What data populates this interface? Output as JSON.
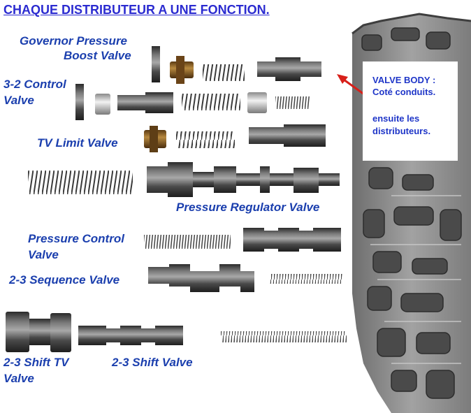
{
  "title": "CHAQUE DISTRIBUTEUR A UNE FONCTION.",
  "labels": {
    "governor_line1": "Governor Pressure",
    "governor_line2": "Boost Valve",
    "control32_line1": "3-2 Control",
    "control32_line2": "Valve",
    "tv_limit": "TV Limit Valve",
    "pressure_regulator": "Pressure Regulator Valve",
    "pressure_control_line1": "Pressure Control",
    "pressure_control_line2": "Valve",
    "sequence23": "2-3 Sequence Valve",
    "shift_tv_line1": "2-3 Shift TV",
    "shift_tv_line2": "Valve",
    "shift23": "2-3 Shift Valve"
  },
  "note": {
    "line1": "VALVE BODY :",
    "line2": "Coté conduits.",
    "line3": "ensuite les",
    "line4": "distributeurs."
  },
  "colors": {
    "label_blue": "#1b3fae",
    "title_blue": "#2b2bd0",
    "note_blue": "#1f36c8",
    "arrow_red": "#d8201a"
  }
}
